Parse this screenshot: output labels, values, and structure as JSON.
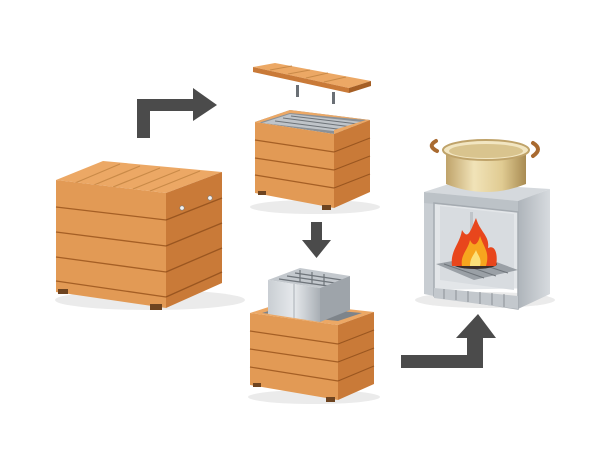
{
  "diagram": {
    "steps": [
      {
        "id": "closed-box"
      },
      {
        "id": "open-lid"
      },
      {
        "id": "remove-grill-insert"
      },
      {
        "id": "stove-with-pot"
      }
    ],
    "arrows": [
      {
        "from": "closed-box",
        "to": "open-lid"
      },
      {
        "from": "open-lid",
        "to": "remove-grill-insert"
      },
      {
        "from": "remove-grill-insert",
        "to": "stove-with-pot"
      }
    ],
    "colors": {
      "wood_face": "#E29A55",
      "wood_side": "#C97A38",
      "wood_top": "#ECA865",
      "wood_dark": "#A55F25",
      "metal_light": "#D5D9DD",
      "metal_mid": "#B2B8BE",
      "metal_dark": "#8A9097",
      "arrow": "#4B4B4B",
      "pot": "#E5D3A0",
      "pot_rim": "#F2E6C2",
      "handle": "#A96A30",
      "flame_outer": "#E8461C",
      "flame_inner": "#F7A51E",
      "shadow": "#E6E6E6"
    }
  }
}
